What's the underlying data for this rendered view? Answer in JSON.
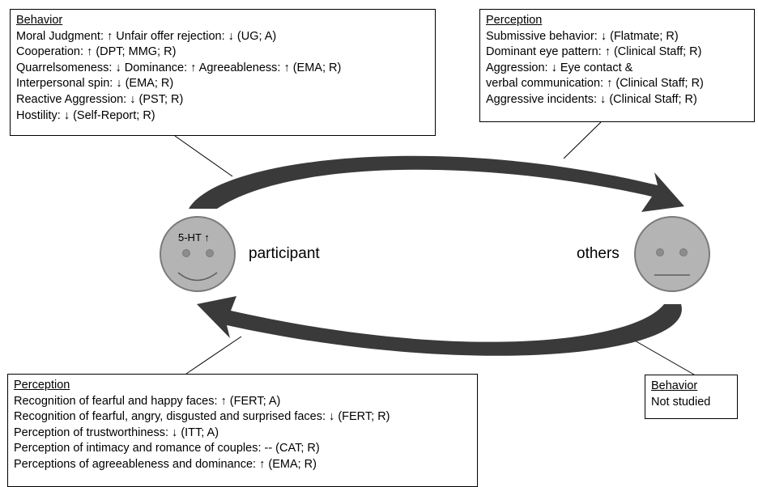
{
  "behavior_participant": {
    "title": "Behavior",
    "lines": [
      "Moral Judgment: ↑  Unfair offer rejection: ↓ (UG; A)",
      "Cooperation: ↑ (DPT; MMG; R)",
      "Quarrelsomeness: ↓  Dominance: ↑  Agreeableness: ↑  (EMA; R)",
      "Interpersonal spin: ↓ (EMA; R)",
      "Reactive Aggression: ↓ (PST; R)",
      "Hostility: ↓ (Self-Report; R)"
    ]
  },
  "perception_others": {
    "title": "Perception",
    "lines": [
      "Submissive behavior: ↓ (Flatmate; R)",
      "Dominant eye pattern: ↑ (Clinical Staff; R)",
      "Aggression: ↓   Eye contact &",
      "verbal communication: ↑ (Clinical Staff; R)",
      "Aggressive incidents: ↓ (Clinical Staff; R)"
    ]
  },
  "perception_participant": {
    "title": "Perception",
    "lines": [
      "Recognition of fearful and happy faces: ↑ (FERT; A)",
      "Recognition of fearful, angry, disgusted and surprised faces: ↓ (FERT; R)",
      "Perception of trustworthiness: ↓ (ITT; A)",
      "Perception of intimacy and romance of couples:  -- (CAT; R)",
      "Perceptions of agreeableness and dominance: ↑ (EMA; R)"
    ]
  },
  "behavior_others": {
    "title": "Behavior",
    "lines": [
      "Not studied"
    ]
  },
  "participant": {
    "face_text": "5-HT ↑",
    "label": "participant"
  },
  "others": {
    "label": "others"
  },
  "colors": {
    "face_fill": "#b4b4b4",
    "face_stroke": "#7a7a7a",
    "eye_fill": "#8c8c8c",
    "arrow_fill": "#3a3a3a"
  }
}
